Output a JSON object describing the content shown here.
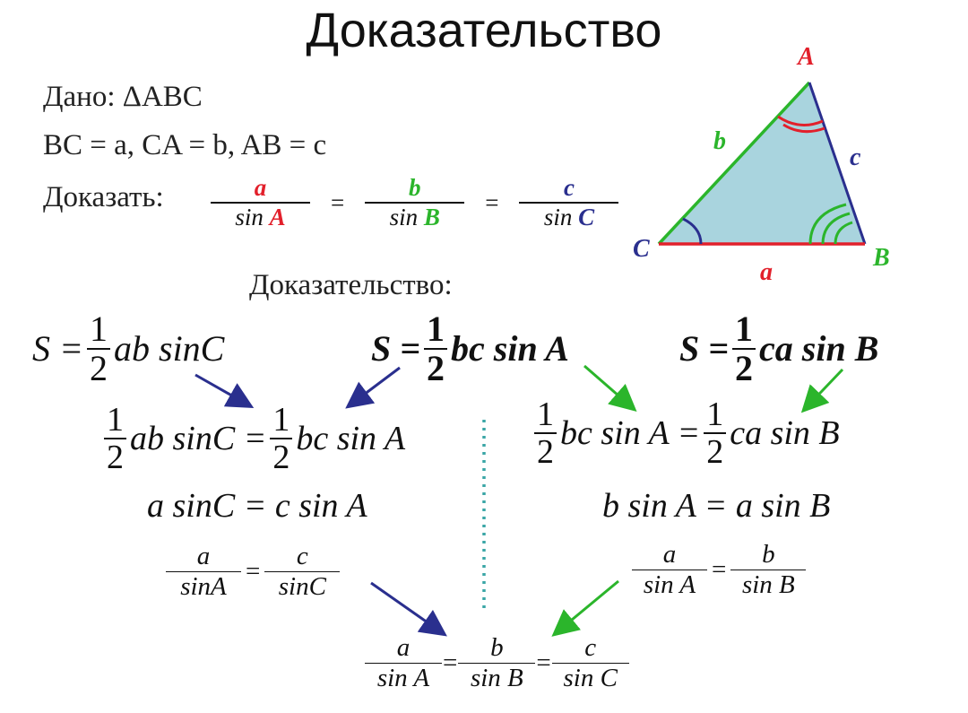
{
  "title": "Доказательство",
  "given": {
    "line1": "Дано: ΔABC",
    "line2": "BC = a, CA = b, AB = c",
    "prove_label": "Доказать:"
  },
  "goal": {
    "num1": "a",
    "den1_fn": "sin",
    "den1_var": "A",
    "num2": "b",
    "den2_fn": "sin",
    "den2_var": "B",
    "num3": "c",
    "den3_fn": "sin",
    "den3_var": "C",
    "eq": "="
  },
  "triangle": {
    "vertex_a": "A",
    "vertex_b": "B",
    "vertex_c": "C",
    "side_a": "a",
    "side_b": "b",
    "side_c": "c",
    "colors": {
      "fill": "#a9d4de",
      "side_a": "#e2202b",
      "side_b": "#2bb52b",
      "side_c": "#2a2f8e"
    }
  },
  "proof_label": "Доказательство:",
  "area": {
    "s1": {
      "lhs": "S =",
      "num": "1",
      "den": "2",
      "rhs": "ab sinC"
    },
    "s2": {
      "lhs": "S =",
      "num": "1",
      "den": "2",
      "rhs": "bc sin A"
    },
    "s3": {
      "lhs": "S =",
      "num": "1",
      "den": "2",
      "rhs": "ca sin B"
    }
  },
  "left_chain": {
    "step1": {
      "num1": "1",
      "den1": "2",
      "mid": "ab sinC =",
      "num2": "1",
      "den2": "2",
      "rhs": "bc sin A"
    },
    "step2": "a sinC = c sin A",
    "step3": {
      "num1": "a",
      "den1": "sinA",
      "num2": "c",
      "den2": "sinC"
    }
  },
  "right_chain": {
    "step1": {
      "num1": "1",
      "den1": "2",
      "mid": "bc sin A =",
      "num2": "1",
      "den2": "2",
      "rhs": "ca sin B"
    },
    "step2": "b sin A = a sin B",
    "step3": {
      "num1": "a",
      "den1": "sin A",
      "num2": "b",
      "den2": "sin B"
    }
  },
  "result": {
    "num1": "a",
    "den1": "sin A",
    "num2": "b",
    "den2": "sin B",
    "num3": "c",
    "den3": "sin C"
  },
  "arrow_colors": {
    "navy": "#2a2f8e",
    "green": "#2bb52b",
    "divider": "#3aa6a6"
  }
}
